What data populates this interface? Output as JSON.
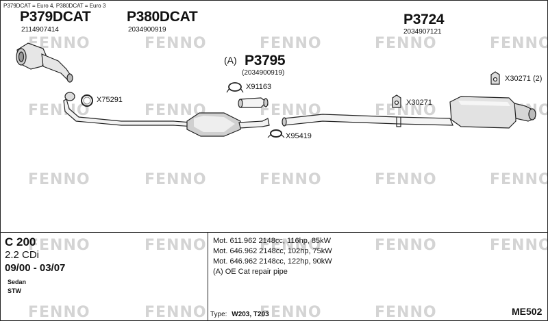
{
  "legend_note": "P379DCAT = Euro 4, P380DCAT = Euro 3",
  "watermark": "FENNO",
  "parts": [
    {
      "id": "P379DCAT",
      "ref": "2114907414"
    },
    {
      "id": "P380DCAT",
      "ref": "2034900919"
    },
    {
      "id": "P3795",
      "prefix": "(A)",
      "ref": "(2034900919)"
    },
    {
      "id": "P3724",
      "ref": "2034907121"
    }
  ],
  "accessories": [
    {
      "id": "X75291"
    },
    {
      "id": "X91163"
    },
    {
      "id": "X95419"
    },
    {
      "id": "X30271"
    },
    {
      "id": "X30271 (2)"
    }
  ],
  "vehicle": {
    "model": "C 200",
    "engine": "2.2 CDi",
    "years": "09/00 - 03/07",
    "body1": "Sedan",
    "body2": "STW"
  },
  "motors": [
    "Mot. 611.962 2148cc, 116hp, 85kW",
    "Mot. 646.962 2148cc, 102hp, 75kW",
    "Mot. 646.962 2148cc, 122hp, 90kW"
  ],
  "note": "(A) OE Cat repair pipe",
  "type_label": "Type:",
  "type_value": "W203, T203",
  "code": "ME502",
  "colors": {
    "line": "#222222",
    "part_fill": "#e6e6e6",
    "watermark": "#d4d4d4"
  }
}
